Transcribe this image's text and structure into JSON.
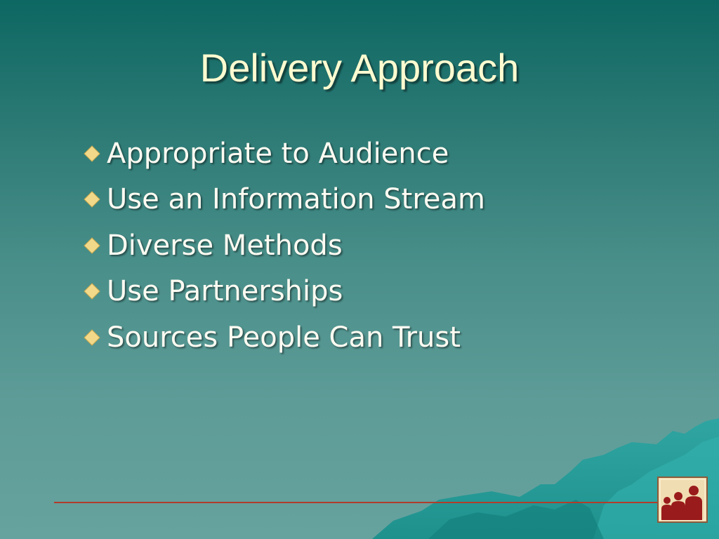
{
  "slide": {
    "title": "Delivery Approach",
    "bullets": [
      "Appropriate to Audience",
      "Use an Information Stream",
      "Diverse Methods",
      "Use Partnerships",
      "Sources People Can Trust"
    ]
  },
  "decor": {
    "bullet_icon": "diamond-bullet-icon",
    "logo_icon": "people-group-logo-icon"
  },
  "colors": {
    "title": "#fffbd0",
    "bullet_text": "#fdfbf2",
    "bullet_diamond": "#f2d98a",
    "rule": "#b23c2a",
    "logo_background": "#f1ddb2",
    "logo_figures": "#9a1b1b"
  }
}
